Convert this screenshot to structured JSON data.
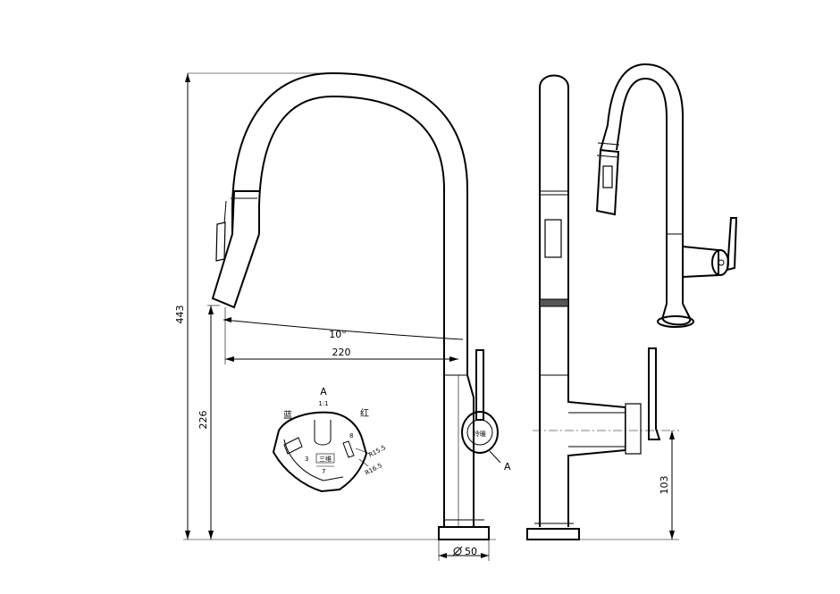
{
  "dimensions": {
    "total_height": "443",
    "spout_height": "226",
    "reach": "220",
    "swivel_angle": "10°",
    "base_diameter": "50",
    "handle_height": "103"
  },
  "detail": {
    "label": "A",
    "scale": "1:1",
    "left_mark": "蓝",
    "right_mark": "红",
    "dim_8": "8",
    "dim_3": "3",
    "dim_7": "7",
    "dim_r155": "R15.5",
    "dim_r165": "R16.5",
    "center_code": "三维",
    "pointer_label": "A",
    "knob_text": "冷暖"
  }
}
